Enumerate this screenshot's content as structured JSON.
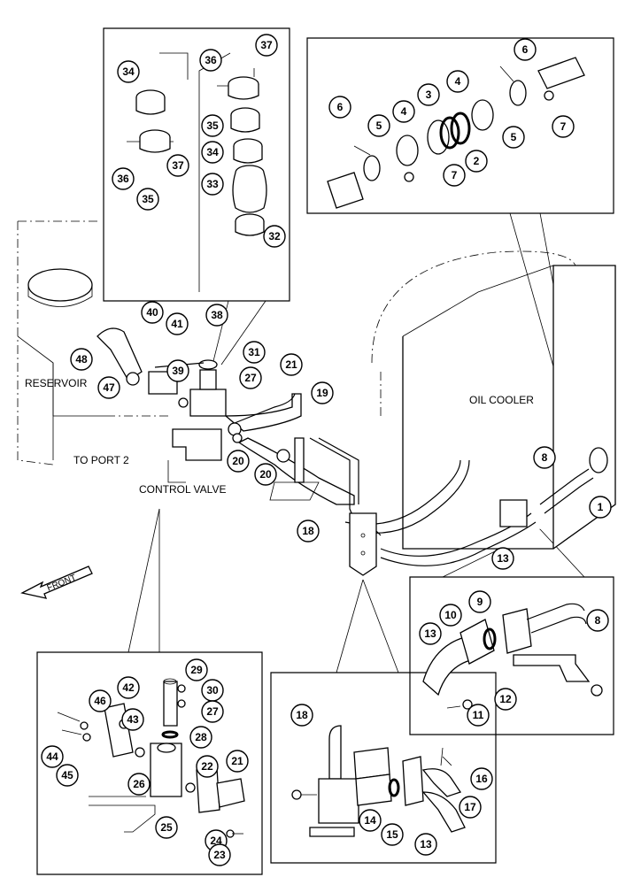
{
  "labels": {
    "reservoir": "RESERVOIR",
    "oil_cooler": "OIL COOLER",
    "to_port_2": "TO PORT 2",
    "control_valve": "CONTROL VALVE",
    "front": "FRONT"
  },
  "callouts": {
    "c1": "1",
    "c2": "2",
    "c3": "3",
    "c4a": "4",
    "c4b": "4",
    "c5a": "5",
    "c5b": "5",
    "c6a": "6",
    "c6b": "6",
    "c7a": "7",
    "c7b": "7",
    "c8a": "8",
    "c8b": "8",
    "c9": "9",
    "c10": "10",
    "c11": "11",
    "c12": "12",
    "c13a": "13",
    "c13b": "13",
    "c13c": "13",
    "c14": "14",
    "c15": "15",
    "c16": "16",
    "c17": "17",
    "c18a": "18",
    "c18b": "18",
    "c19": "19",
    "c20a": "20",
    "c20b": "20",
    "c21a": "21",
    "c21b": "21",
    "c22": "22",
    "c23": "23",
    "c24": "24",
    "c25": "25",
    "c26": "26",
    "c27a": "27",
    "c27b": "27",
    "c28": "28",
    "c29": "29",
    "c30": "30",
    "c31": "31",
    "c32": "32",
    "c33": "33",
    "c34a": "34",
    "c34b": "34",
    "c35a": "35",
    "c35b": "35",
    "c36a": "36",
    "c36b": "36",
    "c37a": "37",
    "c37b": "37",
    "c38": "38",
    "c39": "39",
    "c40": "40",
    "c41": "41",
    "c42": "42",
    "c43": "43",
    "c44": "44",
    "c45": "45",
    "c46": "46",
    "c47": "47",
    "c48": "48"
  }
}
